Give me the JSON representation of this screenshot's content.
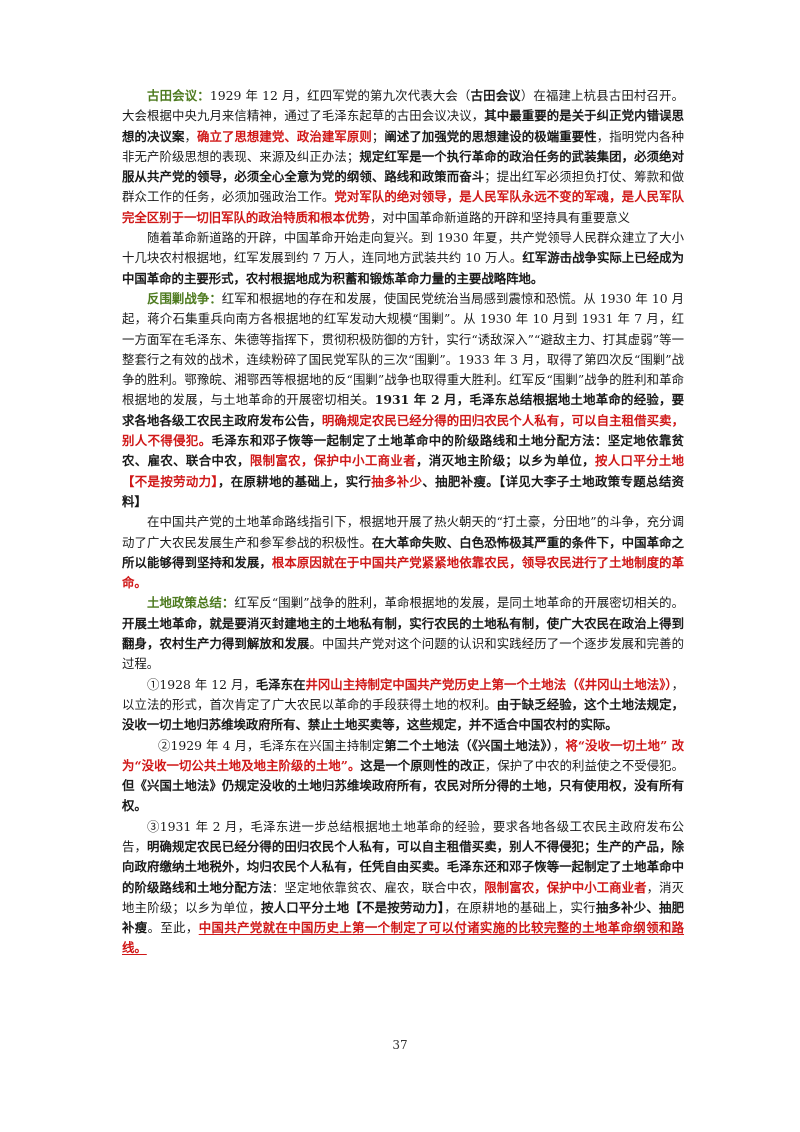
{
  "page_number": "37",
  "paragraphs": [
    {
      "class": "ind",
      "segments": [
        {
          "t": "古田会议：",
          "s": "h"
        },
        {
          "t": "1929 年 12 月，红四军党的第九次代表大会（",
          "s": ""
        },
        {
          "t": "古田会议",
          "s": "b"
        },
        {
          "t": "）在福建上杭县古田村召开。大会根据中央九月来信精神，通过了毛泽东起草的古田会议决议，",
          "s": ""
        },
        {
          "t": "其中最重要的是关于纠正党内错误思想的决议案",
          "s": "b"
        },
        {
          "t": "，",
          "s": ""
        },
        {
          "t": "确立了思想建党、政治建军原则",
          "s": "r"
        },
        {
          "t": "；",
          "s": ""
        },
        {
          "t": "阐述了加强党的思想建设的极端重要性",
          "s": "b"
        },
        {
          "t": "，指明党内各种非无产阶级思想的表现、来源及纠正办法；",
          "s": ""
        },
        {
          "t": "规定红军是一个执行革命的政治任务的武装集团，必须绝对服从共产党的领导，必须全心全意为党的纲领、路线和政策而奋斗",
          "s": "b"
        },
        {
          "t": "；提出红军必须担负打仗、筹款和做群众工作的任务，必须加强政治工作。",
          "s": ""
        },
        {
          "t": "党对军队的绝对领导，是人民军队永远不变的军魂，是人民军队完全区别于一切旧军队的政治特质和根本优势",
          "s": "r"
        },
        {
          "t": "，对中国革命新道路的开辟和坚持具有重要意义",
          "s": ""
        }
      ]
    },
    {
      "class": "ind",
      "segments": [
        {
          "t": "随着革命新道路的开辟，中国革命开始走向复兴。到 1930 年夏，共产党领导人民群众建立了大小十几块农村根据地，红军发展到约 7 万人，连同地方武装共约 10 万人。",
          "s": ""
        },
        {
          "t": "红军游击战争实际上已经成为中国革命的主要形式，农村根据地成为积蓄和锻炼革命力量的主要战略阵地。",
          "s": "b"
        }
      ]
    },
    {
      "class": "ind",
      "segments": [
        {
          "t": "反围剿战争：",
          "s": "h"
        },
        {
          "t": "红军和根据地的存在和发展，使国民党统治当局感到震惊和恐慌。从 1930 年 10 月起，蒋介石集重兵向南方各根据地的红军发动大规模“围剿”。从 1930 年 10 月到 1931 年 7 月，红一方面军在毛泽东、朱德等指挥下，贯彻积极防御的方针，实行“诱敌深入”“避敌主力、打其虚弱”等一整套行之有效的战术，连续粉碎了国民党军队的三次“围剿”。1933 年 3 月，取得了第四次反“围剿”战争的胜利。鄂豫皖、湘鄂西等根据地的反“围剿”战争也取得重大胜利。红军反“围剿”战争的胜利和革命根据地的发展，与土地革命的开展密切相关。",
          "s": ""
        },
        {
          "t": "1931 年 2 月，毛泽东总结根据地土地革命的经验，要求各地各级工农民主政府发布公告，",
          "s": "b"
        },
        {
          "t": "明确规定农民已经分得的田归农民个人私有，可以自主租借买卖，别人不得侵犯。",
          "s": "r"
        },
        {
          "t": "毛泽东和邓子恢等一起制定了土地革命中的阶级路线和土地分配方法：坚定地依靠贫农、雇农、联合中农，",
          "s": "b"
        },
        {
          "t": "限制富农，保护中小工商业者",
          "s": "r"
        },
        {
          "t": "，消灭地主阶级；以乡为单位，",
          "s": "b"
        },
        {
          "t": "按人口平分土地【不是按劳动力】",
          "s": "r"
        },
        {
          "t": "，在原耕地的基础上，实行",
          "s": "b"
        },
        {
          "t": "抽多补少",
          "s": "r"
        },
        {
          "t": "、抽肥补瘦。【详见大李子土地政策专题总结资料】",
          "s": "b"
        }
      ]
    },
    {
      "class": "ind",
      "segments": [
        {
          "t": "在中国共产党的土地革命路线指引下，根据地开展了热火朝天的“打土豪，分田地”的斗争，充分调动了广大农民发展生产和参军参战的积极性。",
          "s": ""
        },
        {
          "t": "在大革命失败、白色恐怖极其严重的条件下，中国革命之所以能够得到坚持和发展，",
          "s": "b"
        },
        {
          "t": "根本原因就在于中国共产党紧紧地依靠农民，领导农民进行了土地制度的革命。",
          "s": "r"
        }
      ]
    },
    {
      "class": "ind",
      "segments": [
        {
          "t": "土地政策总结：",
          "s": "h"
        },
        {
          "t": "红军反“围剿”战争的胜利，革命根据地的发展，是同土地革命的开展密切相关的。",
          "s": ""
        },
        {
          "t": "开展土地革命，就是要消灭封建地主的土地私有制，实行农民的土地私有制，使广大农民在政治上得到翻身，农村生产力得到解放和发展",
          "s": "b"
        },
        {
          "t": "。中国共产党对这个问题的认识和实践经历了一个逐步发展和完善的过程。",
          "s": ""
        }
      ]
    },
    {
      "class": "ind",
      "segments": [
        {
          "t": "①1928 年 12 月，",
          "s": ""
        },
        {
          "t": "毛泽东在",
          "s": "b"
        },
        {
          "t": "井冈山主持制定中国共产党历史上第一个土地法（《井冈山土地法》）",
          "s": "r"
        },
        {
          "t": "，以立法的形式，首次肯定了广大农民以革命的手段获得土地的权利。",
          "s": ""
        },
        {
          "t": "由于缺乏经验，这个土地法规定，没收一切土地归苏维埃政府所有、禁止土地买卖等，这些规定，并不适合中国农村的实际。",
          "s": "b"
        }
      ]
    },
    {
      "class": "ind2",
      "segments": [
        {
          "t": "②1929 年 4 月，毛泽东在兴国主持制定",
          "s": ""
        },
        {
          "t": "第二个土地法（《兴国土地法》）",
          "s": "b"
        },
        {
          "t": "，",
          "s": ""
        },
        {
          "t": "将“没收一切土地” 改为“没收一切公共土地及地主阶级的土地”。",
          "s": "r"
        },
        {
          "t": "这是一个原则性的改正",
          "s": "b"
        },
        {
          "t": "，保护了中农的利益使之不受侵犯。",
          "s": ""
        },
        {
          "t": "但《兴国土地法》仍规定没收的土地归苏维埃政府所有，农民对所分得的土地，只有使用权，没有所有权。",
          "s": "b"
        }
      ]
    },
    {
      "class": "ind",
      "segments": [
        {
          "t": "③1931 年 2 月，毛泽东进一步总结根据地土地革命的经验，要求各地各级工农民主政府发布公告，",
          "s": ""
        },
        {
          "t": "明确规定农民已经分得的田归农民个人私有，可以自主租借买卖，别人不得侵犯；生产的产品，除向政府缴纳土地税外，均归农民个人私有，任凭自由买卖。毛泽东还和邓子恢等一起制定了土地革命中的阶级路线和土地分配方法",
          "s": "b"
        },
        {
          "t": "：坚定地依靠贫农、雇农，联合中农，",
          "s": ""
        },
        {
          "t": "限制富农，保护中小工商业者",
          "s": "r"
        },
        {
          "t": "，消灭地主阶级；以乡为单位，",
          "s": ""
        },
        {
          "t": "按人口平分土地【不是按劳动力】",
          "s": "b"
        },
        {
          "t": "，在原耕地的基础上，实行",
          "s": ""
        },
        {
          "t": "抽多补少、抽肥补瘦",
          "s": "b"
        },
        {
          "t": "。至此，",
          "s": ""
        },
        {
          "t": "中国共产党就在中国历史上第一个制定了可以付诸实施的比较完整的土地革命纲领和路线。",
          "s": "r u"
        }
      ]
    }
  ]
}
